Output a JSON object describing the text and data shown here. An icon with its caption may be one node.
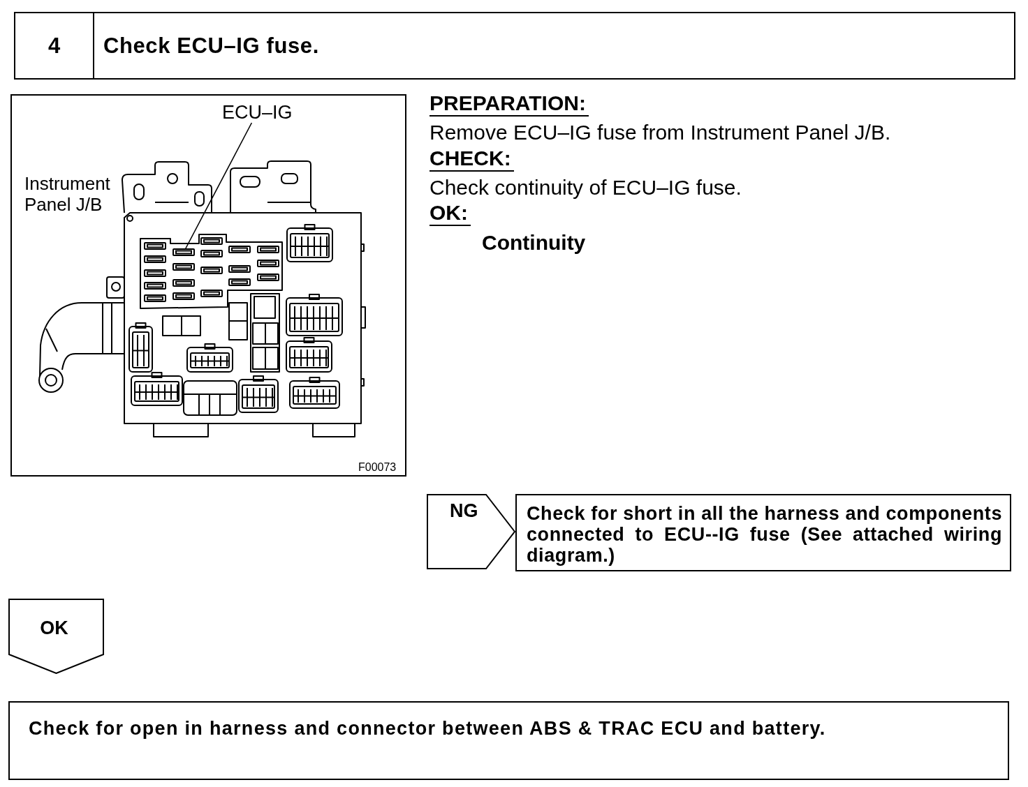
{
  "diagram": {
    "nodes": [
      {
        "text": [
          "4",
          "Check ECU–IG fuse."
        ]
      },
      {
        "text": [],
        "shape": "picture"
      },
      {
        "text": [
          "ECU–IG"
        ],
        "in": 1
      },
      {
        "text": [],
        "shape": "box",
        "in": 1
      },
      {
        "text": [
          "NG"
        ]
      },
      {
        "text": [
          "Check for short in all the harness and components connected to ECU--IG fuse (See attached wiring diagram.)"
        ]
      },
      {
        "text": [
          "OK"
        ]
      },
      {
        "text": [
          "Check for open in harness and connector between ABS & TRAC ECU and battery."
        ]
      }
    ],
    "edges": [
      {
        "from": 2,
        "to": 3,
        "arrow": "none"
      }
    ],
    "labels": [
      "Instrument Panel J/B",
      "F00073",
      "PREPARATION:",
      "Remove ECU–IG fuse from Instrument Panel J/B.",
      "CHECK:",
      "Check continuity of ECU–IG fuse.",
      "OK:",
      "Continuity"
    ]
  }
}
